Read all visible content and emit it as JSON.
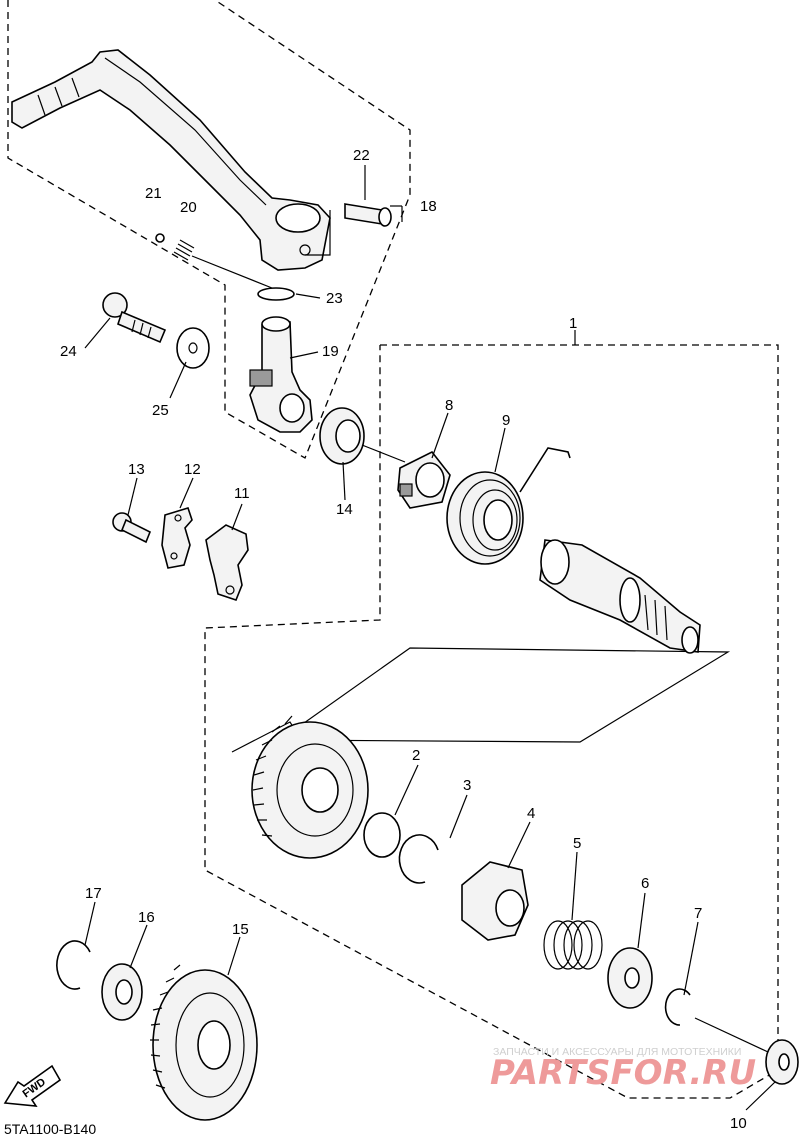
{
  "diagram_code": "5TA1100-B140",
  "direction_badge": "FWD",
  "watermark": {
    "tagline": "ЗАПЧАСТИ И АКСЕССУАРЫ ДЛЯ МОТОТЕХНИКИ",
    "brand": "PARTSFOR.RU"
  },
  "callouts": {
    "p1": "1",
    "p2": "2",
    "p3": "3",
    "p4": "4",
    "p5": "5",
    "p6": "6",
    "p7": "7",
    "p8": "8",
    "p9": "9",
    "p10": "10",
    "p11": "11",
    "p12": "12",
    "p13": "13",
    "p14": "14",
    "p15": "15",
    "p16": "16",
    "p17": "17",
    "p18": "18",
    "p19": "19",
    "p20": "20",
    "p21": "21",
    "p22": "22",
    "p23": "23",
    "p24": "24",
    "p25": "25"
  }
}
